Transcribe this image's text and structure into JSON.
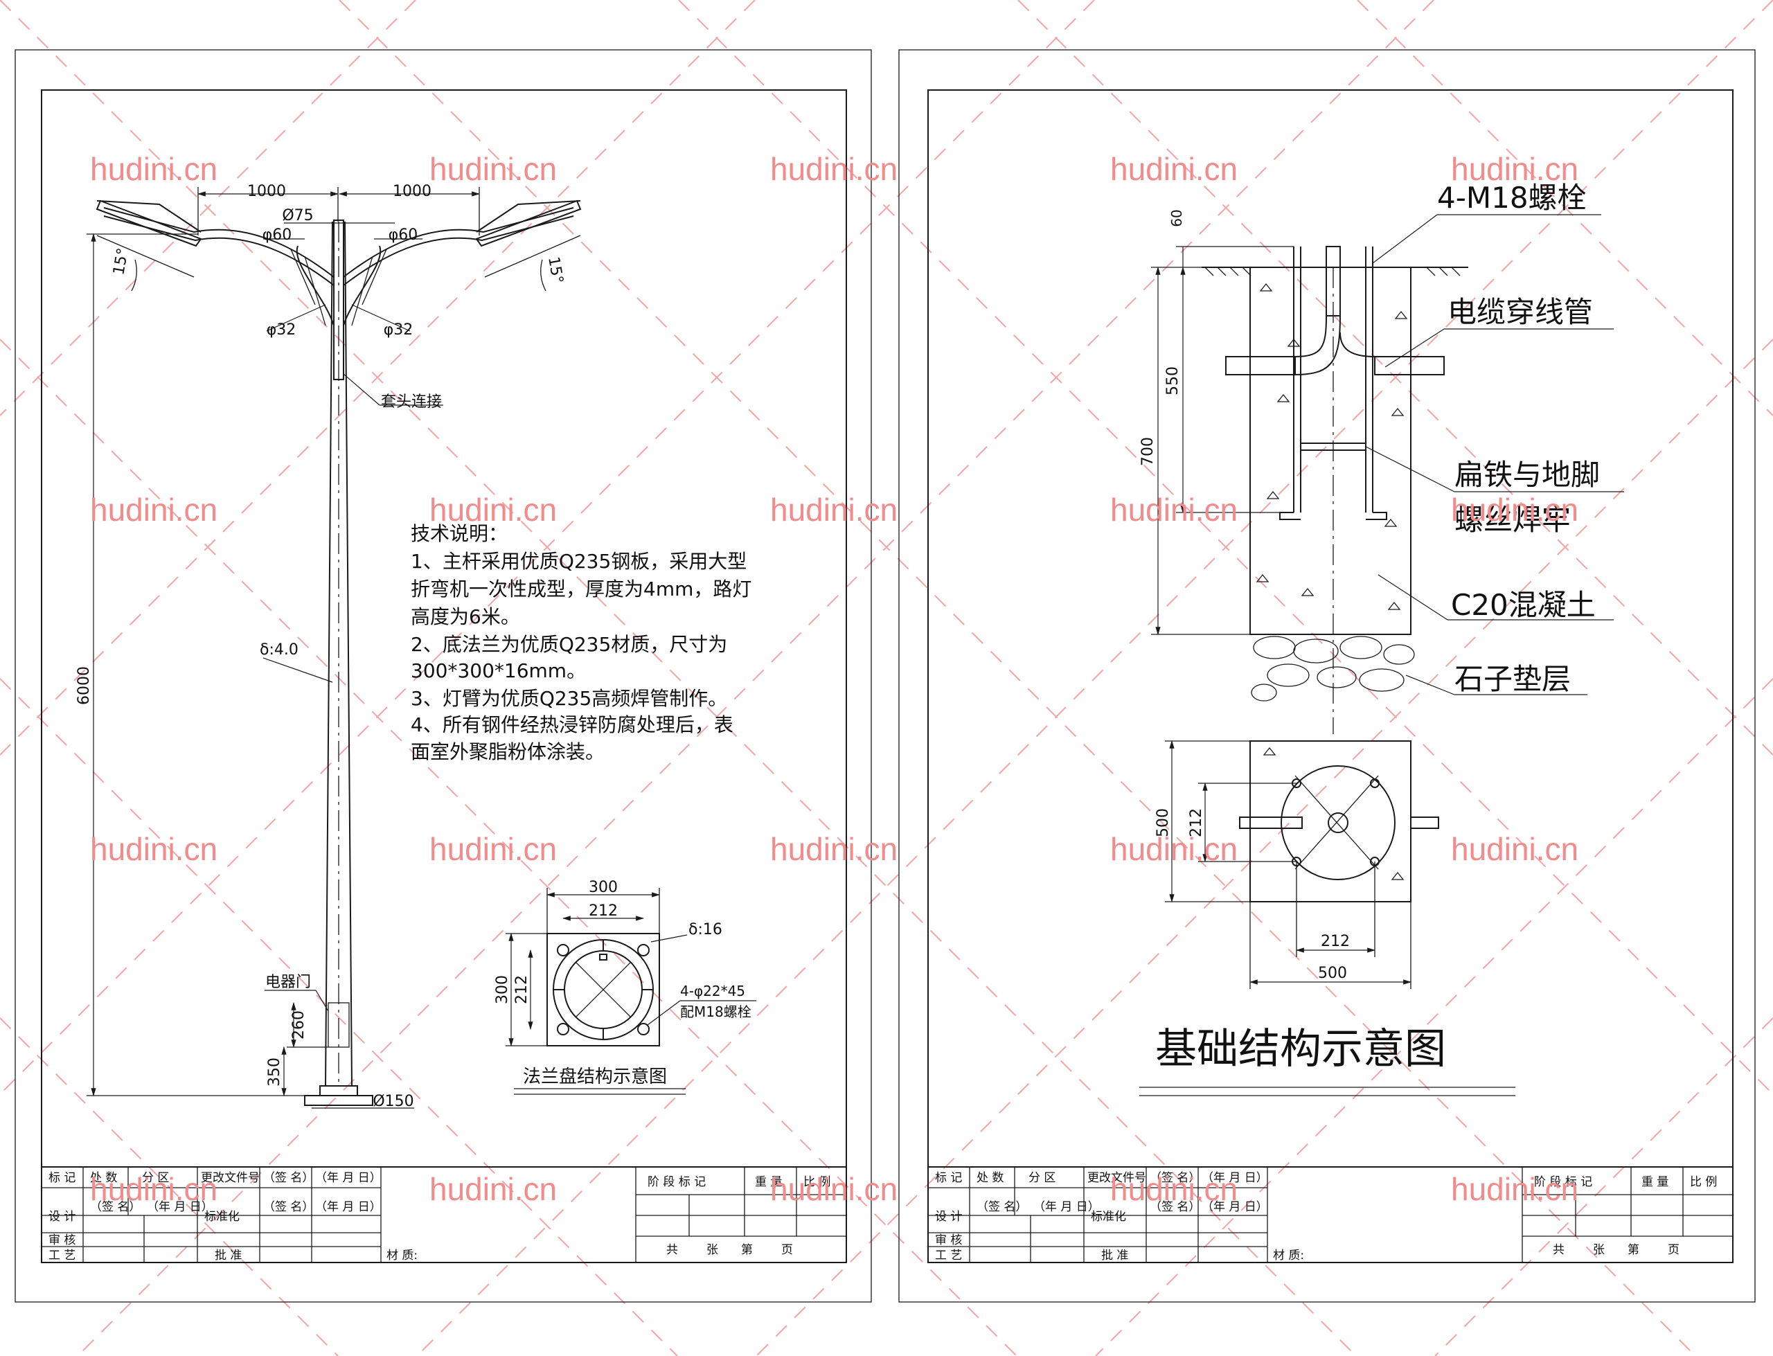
{
  "watermark": "hudini.cn",
  "left_sheet": {
    "dims": {
      "arm_left": "1000",
      "arm_right": "1000",
      "top_dia": "Ø75",
      "arm_pipe_left": "φ60",
      "arm_pipe_right": "φ60",
      "angle_left": "15°",
      "angle_right": "15°",
      "brace_left": "φ32",
      "brace_right": "φ32",
      "total_height": "6000",
      "wall_thickness": "δ:4.0",
      "door_height": "260",
      "door_base": "350",
      "base_dia": "Ø150"
    },
    "labels": {
      "sleeve": "套头连接",
      "door": "电器门"
    },
    "notes": {
      "title": "技术说明：",
      "lines": [
        "1、主杆采用优质Q235钢板，采用大型",
        "折弯机一次性成型，厚度为4mm，路灯",
        "高度为6米。",
        "2、底法兰为优质Q235材质，尺寸为",
        "300*300*16mm。",
        "3、灯臂为优质Q235高频焊管制作。",
        "4、所有钢件经热浸锌防腐处理后，表",
        "面室外聚脂粉体涂装。"
      ]
    },
    "flange": {
      "outer_w": "300",
      "inner_w": "212",
      "outer_h": "300",
      "inner_h": "212",
      "thickness": "δ:16",
      "holes": "4-φ22*45",
      "bolts": "配M18螺栓",
      "caption": "法兰盘结构示意图"
    }
  },
  "right_sheet": {
    "dims": {
      "top": "60",
      "depth_550": "550",
      "depth_700": "700",
      "plan_500_v": "500",
      "plan_212_v": "212",
      "plan_212_h": "212",
      "plan_500_h": "500"
    },
    "labels": {
      "bolt": "4-M18螺栓",
      "conduit": "电缆穿线管",
      "weld_1": "扁铁与地脚",
      "weld_2": "螺丝焊牢",
      "concrete": "C20混凝土",
      "gravel": "石子垫层"
    },
    "title": "基础结构示意图"
  },
  "title_block": {
    "row1": [
      "标 记",
      "处 数",
      "分 区",
      "更改文件号",
      "（签 名）",
      "（年 月 日）"
    ],
    "row2": [
      "设  计",
      "（签 名）",
      "（年 月 日）",
      "标准化",
      "（签 名）",
      "（年 月 日）"
    ],
    "row3": "审 核",
    "row4": "工 艺",
    "approve": "批  准",
    "material": "材 质:",
    "stage_mark": "阶 段 标 记",
    "weight": "重 量",
    "scale": "比 例",
    "total": "共",
    "sheets": "张",
    "page": "第",
    "page_end": "页"
  }
}
